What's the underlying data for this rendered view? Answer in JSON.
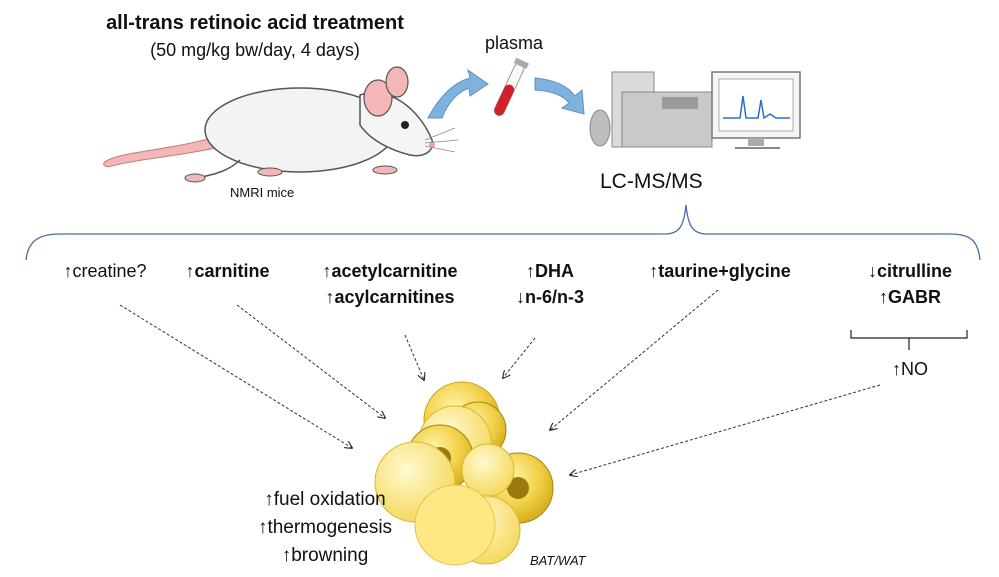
{
  "header": {
    "title": "all-trans retinoic acid treatment",
    "subtitle": "(50 mg/kg bw/day, 4 days)"
  },
  "workflow": {
    "animal_label": "NMRI mice",
    "sample_label": "plasma",
    "instrument_label": "LC-MS/MS"
  },
  "metabolites": [
    {
      "lines": [
        "↑creatine?"
      ],
      "bold": false
    },
    {
      "lines": [
        "↑carnitine"
      ],
      "bold": true
    },
    {
      "lines": [
        "↑acetylcarnitine",
        "↑acylcarnitines"
      ],
      "bold": true
    },
    {
      "lines": [
        "↑DHA",
        "↓n-6/n-3"
      ],
      "bold": true
    },
    {
      "lines": [
        "↑taurine+glycine"
      ],
      "bold": true
    },
    {
      "lines": [
        "↓citrulline",
        "↑GABR"
      ],
      "bold": true
    }
  ],
  "no_label": "↑NO",
  "tissue_label": "BAT/WAT",
  "effects": [
    "↑fuel oxidation",
    "↑thermogenesis",
    "↑browning"
  ],
  "colors": {
    "arrow_blue": "#7fb3dd",
    "bracket": "#4a6ea8",
    "cell_fill": "#f2d24a",
    "cell_dark": "#b08d10",
    "mouse_pink": "#f0a9a9"
  }
}
